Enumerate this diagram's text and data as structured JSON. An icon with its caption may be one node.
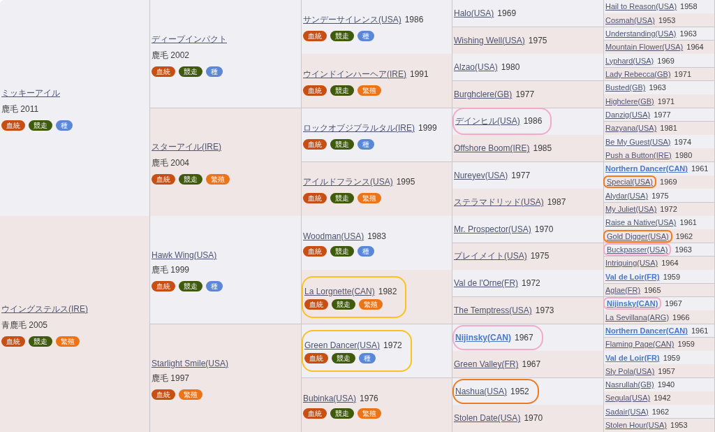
{
  "diagram": {
    "nodes": [
      {
        "text": [
          "ミッキーアイル",
          "鹿毛 2011",
          "血統",
          "競走",
          "種"
        ]
      },
      {
        "text": [
          "ディープインパクト",
          "鹿毛 2002",
          "血統",
          "競走",
          "種"
        ]
      },
      {
        "text": [
          "サンデーサイレンス(USA)",
          "1986",
          "血統",
          "競走",
          "種"
        ]
      },
      {
        "text": [
          "Halo(USA)",
          "1969"
        ]
      },
      {
        "text": [
          "Hail to Reason(USA)",
          "1958"
        ]
      },
      {
        "text": [
          "Cosmah(USA)",
          "1953"
        ]
      },
      {
        "text": [
          "Wishing Well(USA)",
          "1975"
        ]
      },
      {
        "text": [
          "Understanding(USA)",
          "1963"
        ]
      },
      {
        "text": [
          "Mountain Flower(USA)",
          "1964"
        ]
      },
      {
        "text": [
          "ウインドインハーヘア(IRE)",
          "1991",
          "血統",
          "競走",
          "繁殖"
        ]
      },
      {
        "text": [
          "Alzao(USA)",
          "1980"
        ]
      },
      {
        "text": [
          "Lyphard(USA)",
          "1969"
        ]
      },
      {
        "text": [
          "Lady Rebecca(GB)",
          "1971"
        ]
      },
      {
        "text": [
          "Burghclere(GB)",
          "1977"
        ]
      },
      {
        "text": [
          "Busted(GB)",
          "1963"
        ]
      },
      {
        "text": [
          "Highclere(GB)",
          "1971"
        ]
      },
      {
        "text": [
          "スターアイル(IRE)",
          "鹿毛 2004",
          "血統",
          "競走",
          "繁殖"
        ]
      },
      {
        "text": [
          "ロックオブジブラルタル(IRE)",
          "1999",
          "血統",
          "競走",
          "種"
        ]
      },
      {
        "text": [],
        "shape": "box"
      },
      {
        "text": [
          "デインヒル(USA)",
          "1986"
        ],
        "in": 18
      },
      {
        "text": [
          "Danzig(USA)",
          "1977"
        ]
      },
      {
        "text": [
          "Razyana(USA)",
          "1981"
        ]
      },
      {
        "text": [
          "Offshore Boom(IRE)",
          "1985"
        ]
      },
      {
        "text": [
          "Be My Guest(USA)",
          "1974"
        ]
      },
      {
        "text": [
          "Push a Button(IRE)",
          "1980"
        ]
      },
      {
        "text": [
          "アイルドフランス(USA)",
          "1995",
          "血統",
          "競走",
          "繁殖"
        ]
      },
      {
        "text": [
          "Nureyev(USA)",
          "1977"
        ]
      },
      {
        "text": [
          "Northern Dancer(CAN)",
          "1961"
        ]
      },
      {
        "text": [
          "1969"
        ]
      },
      {
        "text": [
          "Special(USA)"
        ],
        "in": 28
      },
      {
        "text": [
          "ステラマドリッド(USA)",
          "1987"
        ]
      },
      {
        "text": [
          "Alydar(USA)",
          "1975"
        ]
      },
      {
        "text": [
          "My Juliet(USA)",
          "1972"
        ]
      },
      {
        "text": [
          "ウイングステルス(IRE)",
          "青鹿毛 2005",
          "血統",
          "競走",
          "繁殖"
        ]
      },
      {
        "text": [
          "Hawk Wing(USA)",
          "鹿毛 1999",
          "血統",
          "競走",
          "種"
        ]
      },
      {
        "text": [
          "Woodman(USA)",
          "1983",
          "血統",
          "競走",
          "種"
        ]
      },
      {
        "text": [
          "Mr. Prospector(USA)",
          "1970"
        ]
      },
      {
        "text": [
          "Raise a Native(USA)",
          "1961"
        ]
      },
      {
        "text": [
          "1962"
        ]
      },
      {
        "text": [
          "Gold Digger(USA)"
        ],
        "in": 38
      },
      {
        "text": [
          "プレイメイト(USA)",
          "1975"
        ]
      },
      {
        "text": [
          "1963"
        ]
      },
      {
        "text": [
          "Buckpasser(USA)"
        ],
        "in": 41
      },
      {
        "text": [
          "Intriguing(USA)",
          "1964"
        ]
      },
      {
        "text": [],
        "shape": "box"
      },
      {
        "text": [
          "La Lorgnette(CAN)",
          "1982",
          "血統",
          "競走",
          "繁殖"
        ],
        "in": 44
      },
      {
        "text": [
          "Val de l'Orne(FR)",
          "1972"
        ]
      },
      {
        "text": [
          "Val de Loir(FR)",
          "1959"
        ]
      },
      {
        "text": [
          "Aglae(FR)",
          "1965"
        ]
      },
      {
        "text": [
          "The Temptress(USA)",
          "1973"
        ]
      },
      {
        "text": [
          "1967"
        ]
      },
      {
        "text": [
          "Nijinsky(CAN)"
        ],
        "in": 50
      },
      {
        "text": [
          "La Sevillana(ARG)",
          "1966"
        ]
      },
      {
        "text": [
          "Starlight Smile(USA)",
          "鹿毛 1997",
          "血統",
          "繁殖"
        ]
      },
      {
        "text": [],
        "shape": "box"
      },
      {
        "text": [
          "Green Dancer(USA)",
          "1972",
          "血統",
          "競走",
          "種"
        ],
        "in": 54
      },
      {
        "text": [],
        "shape": "box"
      },
      {
        "text": [
          "Nijinsky(CAN)",
          "1967"
        ],
        "in": 56
      },
      {
        "text": [
          "Northern Dancer(CAN)",
          "1961"
        ]
      },
      {
        "text": [
          "Flaming Page(CAN)",
          "1959"
        ]
      },
      {
        "text": [
          "Green Valley(FR)",
          "1967"
        ]
      },
      {
        "text": [
          "Val de Loir(FR)",
          "1959"
        ]
      },
      {
        "text": [
          "Sly Pola(USA)",
          "1957"
        ]
      },
      {
        "text": [
          "Bubinka(USA)",
          "1976",
          "血統",
          "競走",
          "繁殖"
        ]
      },
      {
        "text": [],
        "shape": "box"
      },
      {
        "text": [
          "Nashua(USA)",
          "1952"
        ],
        "in": 64
      },
      {
        "text": [
          "Nasrullah(GB)",
          "1940"
        ]
      },
      {
        "text": [
          "Segula(USA)",
          "1942"
        ]
      },
      {
        "text": [
          "Stolen Date(USA)",
          "1970"
        ]
      },
      {
        "text": [
          "Sadair(USA)",
          "1962"
        ]
      },
      {
        "text": [
          "Stolen Hour(USA)",
          "1953"
        ]
      }
    ]
  }
}
